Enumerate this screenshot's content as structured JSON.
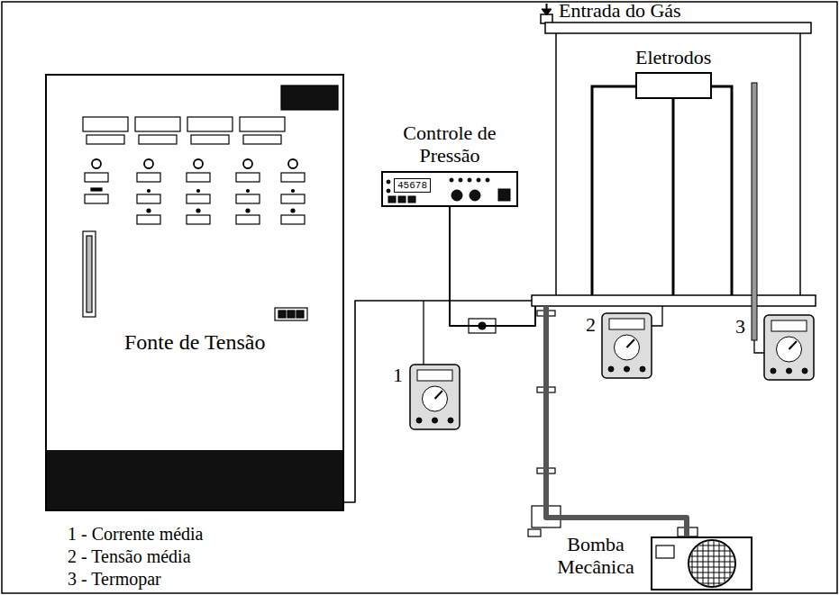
{
  "diagram": {
    "nodes": [
      {
        "text": [
          "Entrada do Gás"
        ]
      },
      {
        "text": [
          "Eletrodos"
        ],
        "in": 0
      },
      {
        "text": [
          "Fonte de Tensão"
        ]
      },
      {
        "text": [
          "Controle de Pressão",
          "45678"
        ]
      },
      {
        "text": [
          "Bomba Mecânica"
        ]
      }
    ],
    "edges": [
      {
        "from": 2,
        "to": 0,
        "arrow": "none"
      },
      {
        "from": 3,
        "to": 0,
        "arrow": "none"
      },
      {
        "from": 4,
        "to": 0,
        "arrow": "none"
      }
    ],
    "labels": [
      "1",
      "2",
      "3",
      "1 - Corrente média",
      "2 - Tensão média",
      "3 - Termopar"
    ]
  }
}
